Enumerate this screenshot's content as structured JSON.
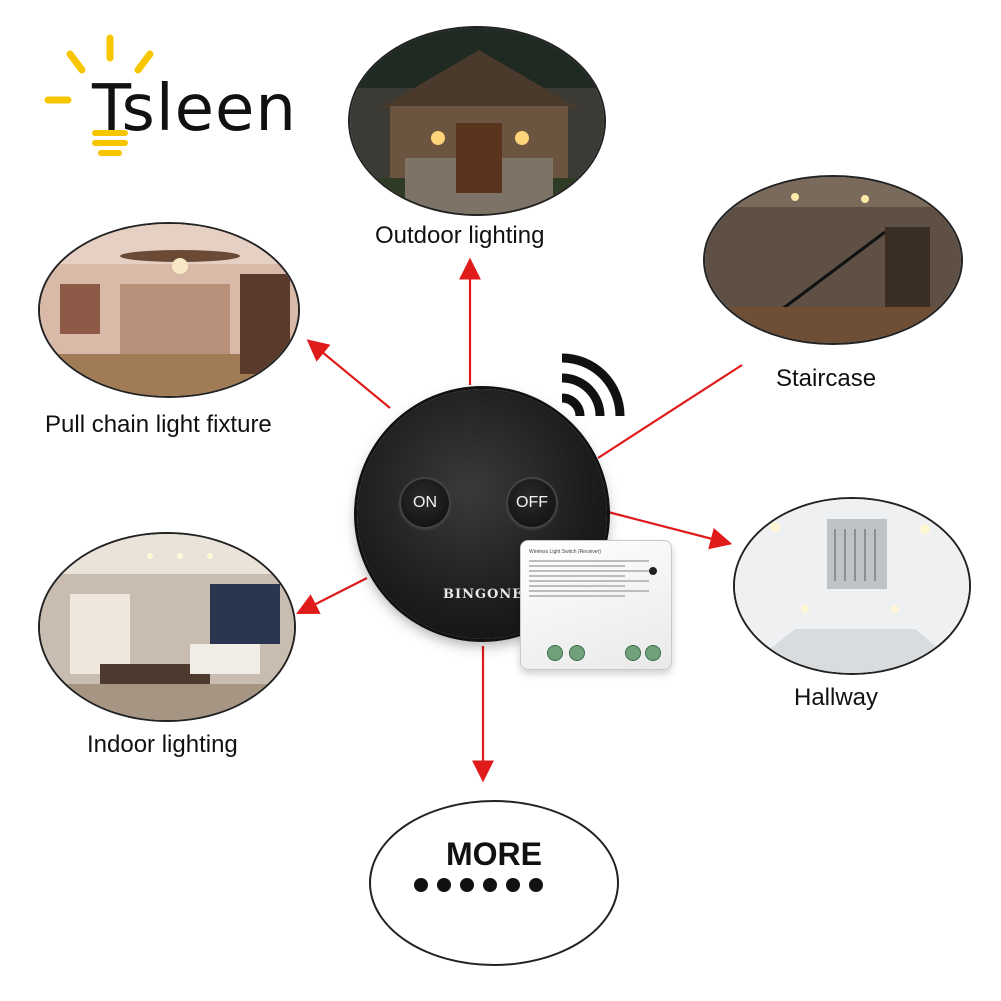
{
  "logo": {
    "text": "Tsleen"
  },
  "remote": {
    "on_label": "ON",
    "off_label": "OFF",
    "brand": "BINGONE"
  },
  "receiver": {
    "title": "Wireless Light Switch (Receiver)"
  },
  "captions": {
    "outdoor": "Outdoor lighting",
    "pull_chain": "Pull chain light fixture",
    "staircase": "Staircase",
    "indoor": "Indoor lighting",
    "hallway": "Hallway"
  },
  "more": {
    "label": "MORE"
  },
  "colors": {
    "arrow": "#e01b1b",
    "logo_yellow": "#f7c600",
    "remote": "#1c1c1c"
  }
}
